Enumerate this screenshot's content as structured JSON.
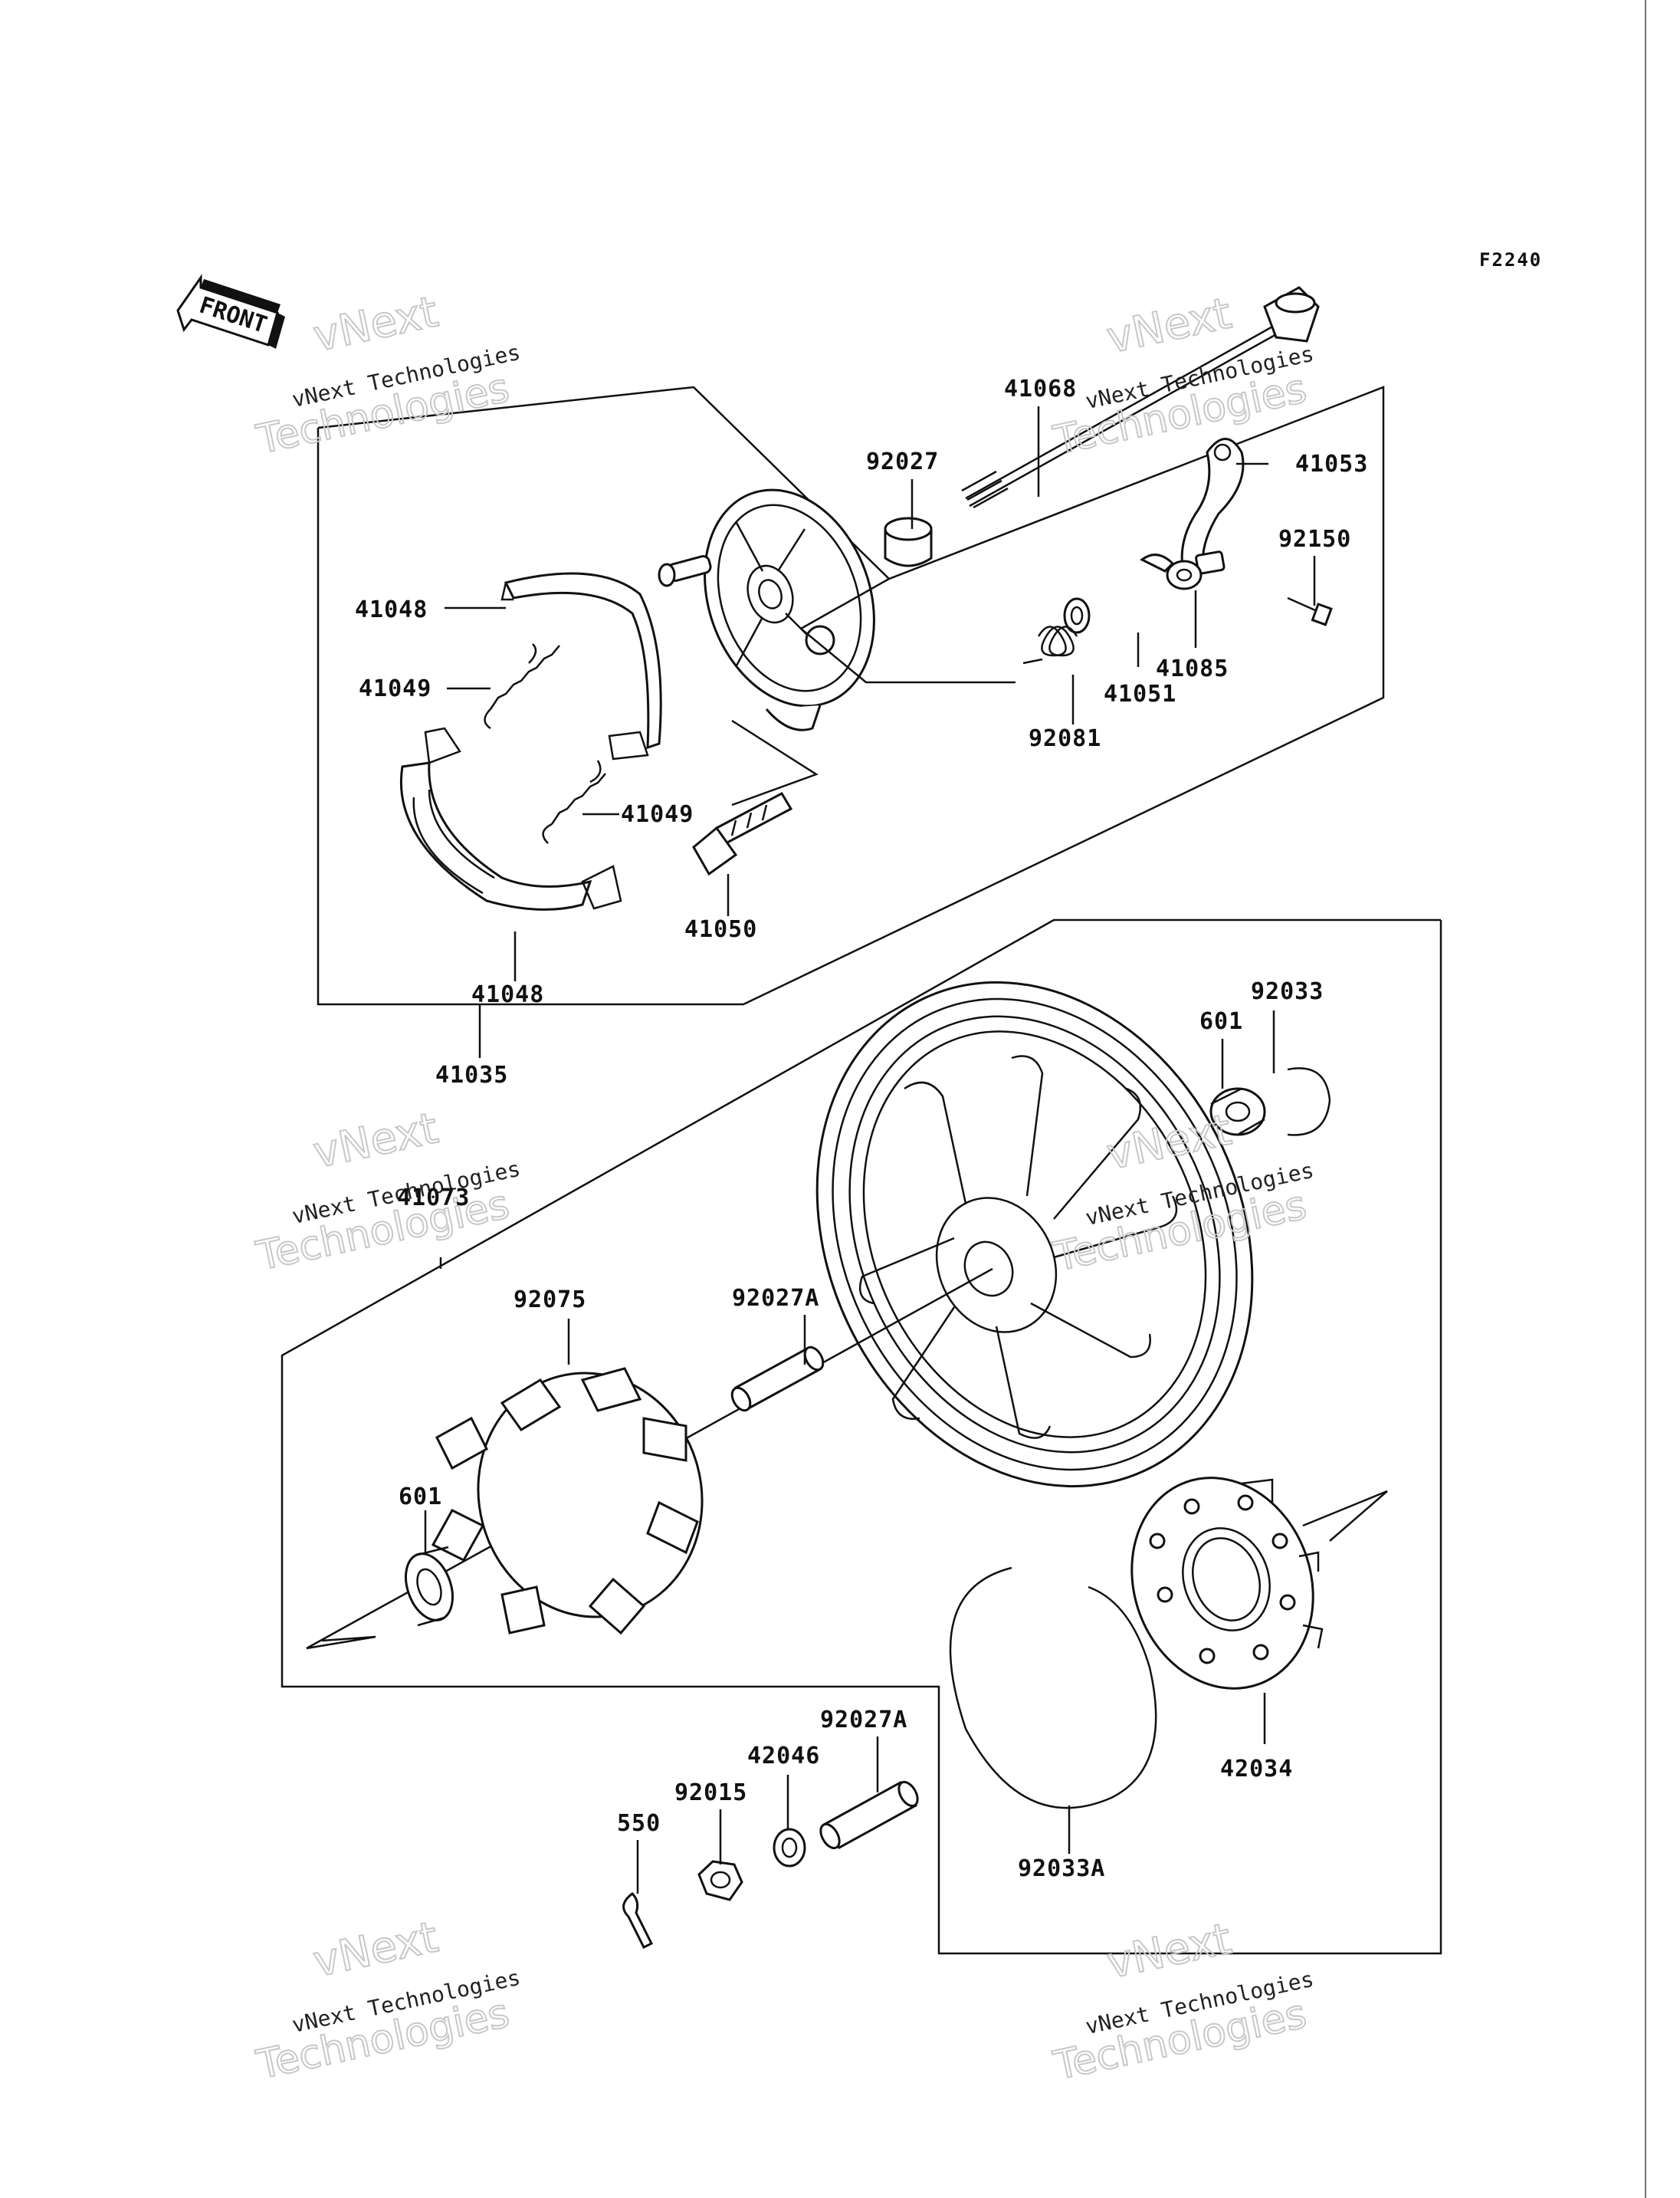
{
  "figure_code": "F2240",
  "front_label": "FRONT",
  "watermark": {
    "line1": "vNext Technologies",
    "line2": "vNext",
    "line3": "Technologies"
  },
  "labels": [
    {
      "id": "41068",
      "text": "41068"
    },
    {
      "id": "92027",
      "text": "92027"
    },
    {
      "id": "41053",
      "text": "41053"
    },
    {
      "id": "92150",
      "text": "92150"
    },
    {
      "id": "41048a",
      "text": "41048"
    },
    {
      "id": "41049a",
      "text": "41049"
    },
    {
      "id": "41085",
      "text": "41085"
    },
    {
      "id": "41051",
      "text": "41051"
    },
    {
      "id": "92081",
      "text": "92081"
    },
    {
      "id": "41049b",
      "text": "41049"
    },
    {
      "id": "41050",
      "text": "41050"
    },
    {
      "id": "41048b",
      "text": "41048"
    },
    {
      "id": "41035",
      "text": "41035"
    },
    {
      "id": "92033a",
      "text": "92033"
    },
    {
      "id": "601a",
      "text": "601"
    },
    {
      "id": "41073",
      "text": "41073"
    },
    {
      "id": "92075",
      "text": "92075"
    },
    {
      "id": "92027A1",
      "text": "92027A"
    },
    {
      "id": "601b",
      "text": "601"
    },
    {
      "id": "42034",
      "text": "42034"
    },
    {
      "id": "92027A2",
      "text": "92027A"
    },
    {
      "id": "42046",
      "text": "42046"
    },
    {
      "id": "92015",
      "text": "92015"
    },
    {
      "id": "550",
      "text": "550"
    },
    {
      "id": "92033A",
      "text": "92033A"
    }
  ]
}
